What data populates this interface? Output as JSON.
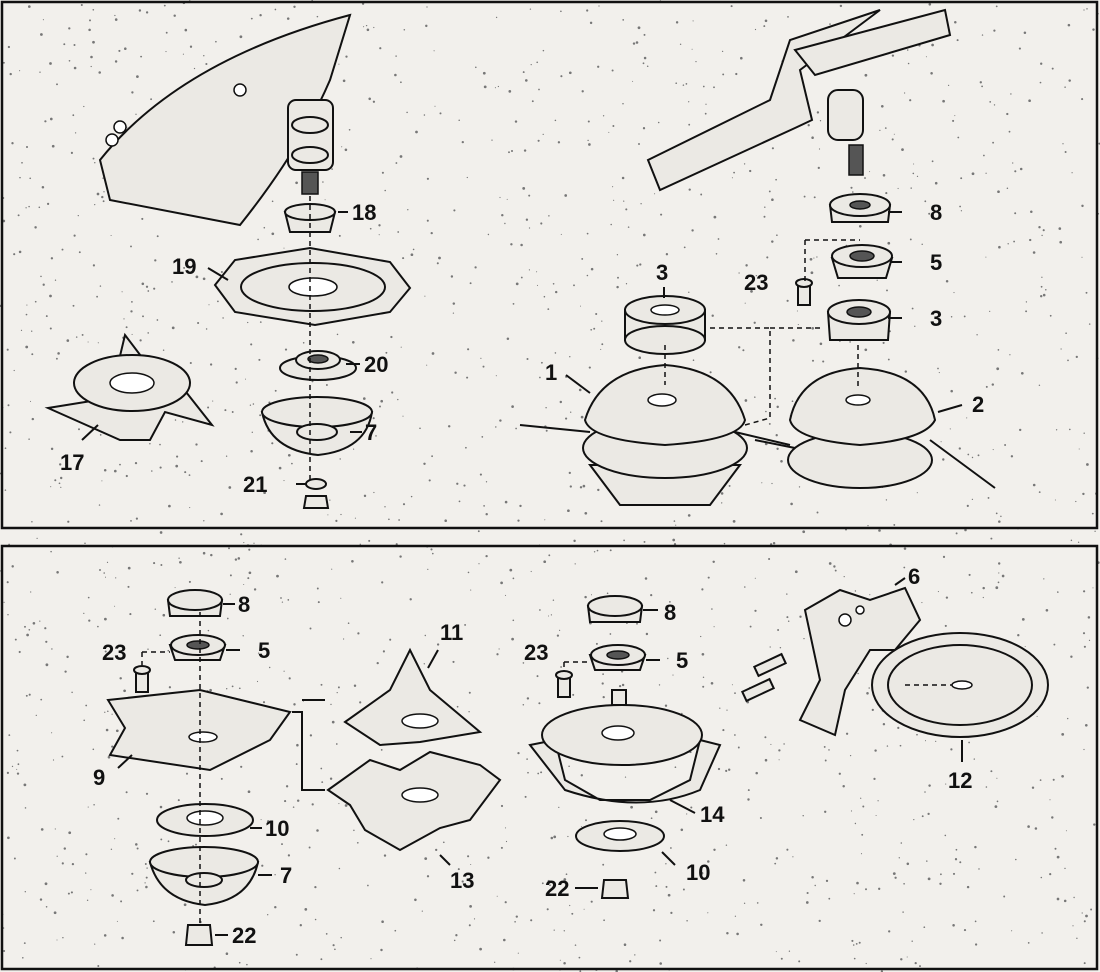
{
  "diagram": {
    "top_panel": {
      "labels": {
        "shield_18": "18",
        "disc_19": "19",
        "holder_20": "20",
        "cup_7": "7",
        "washer_21": "21",
        "blade_17": "17",
        "spacer_3_left": "3",
        "head_1": "1",
        "bolt_23": "23",
        "flange_8": "8",
        "holder_5": "5",
        "adapter_3_right": "3",
        "head_2": "2"
      }
    },
    "bottom_panel": {
      "labels": {
        "flange_8_left": "8",
        "holder_5_left": "5",
        "bolt_23_left": "23",
        "blade_9": "9",
        "washer_10_left": "10",
        "cup_7": "7",
        "nut_22_left": "22",
        "blade_11": "11",
        "blade_13": "13",
        "flange_8_mid": "8",
        "bolt_23_mid": "23",
        "holder_5_mid": "5",
        "blade_14": "14",
        "washer_10_mid": "10",
        "nut_22_mid": "22",
        "guard_6": "6",
        "saw_12": "12"
      }
    }
  }
}
